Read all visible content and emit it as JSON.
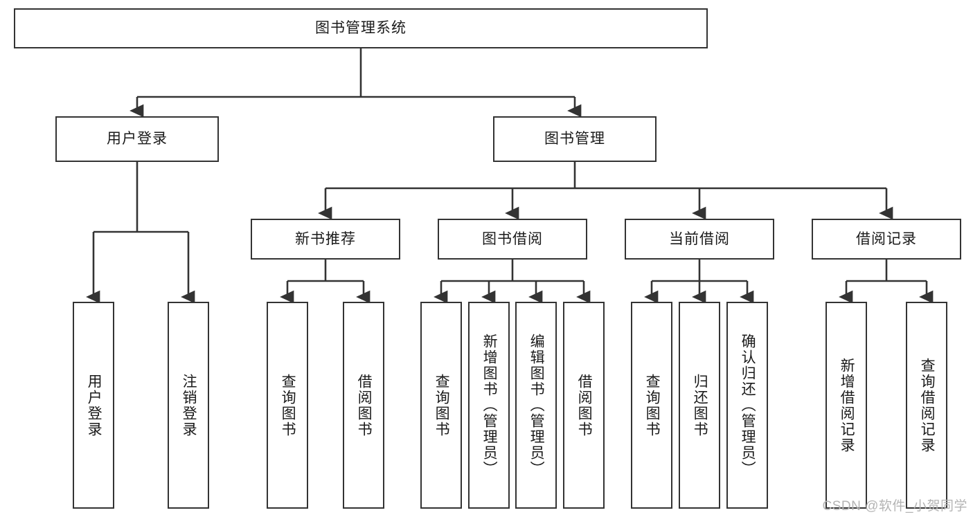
{
  "diagram": {
    "type": "tree-hierarchy",
    "title": "图书管理系统",
    "orientation": "top-down",
    "colors": {
      "box_border": "#333333",
      "box_fill": "#ffffff",
      "edge": "#333333",
      "text": "#1a1a1a",
      "watermark": "#b4b4b4",
      "background": "#ffffff"
    },
    "nodes": {
      "root": {
        "label": "图书管理系统"
      },
      "level2": [
        {
          "id": "user-login",
          "label": "用户登录"
        },
        {
          "id": "book-management",
          "label": "图书管理"
        }
      ],
      "level3": [
        {
          "id": "new-book-recommend",
          "label": "新书推荐"
        },
        {
          "id": "book-borrow",
          "label": "图书借阅"
        },
        {
          "id": "current-borrow",
          "label": "当前借阅"
        },
        {
          "id": "borrow-record",
          "label": "借阅记录"
        }
      ],
      "leaves": {
        "user-login": [
          {
            "id": "leaf-user-login",
            "label": "用户登录"
          },
          {
            "id": "leaf-user-logout",
            "label": "注销登录"
          }
        ],
        "new-book-recommend": [
          {
            "id": "leaf-query-book-1",
            "label": "查询图书"
          },
          {
            "id": "leaf-borrow-book-1",
            "label": "借阅图书"
          }
        ],
        "book-borrow": [
          {
            "id": "leaf-query-book-2",
            "label": "查询图书"
          },
          {
            "id": "leaf-add-book",
            "label": "新增图书（管理员）"
          },
          {
            "id": "leaf-edit-book",
            "label": "编辑图书（管理员）"
          },
          {
            "id": "leaf-borrow-book-2",
            "label": "借阅图书"
          }
        ],
        "current-borrow": [
          {
            "id": "leaf-query-book-3",
            "label": "查询图书"
          },
          {
            "id": "leaf-return-book",
            "label": "归还图书"
          },
          {
            "id": "leaf-confirm-return",
            "label": "确认归还（管理员）"
          }
        ],
        "borrow-record": [
          {
            "id": "leaf-add-record",
            "label": "新增借阅记录"
          },
          {
            "id": "leaf-query-record",
            "label": "查询借阅记录"
          }
        ]
      }
    },
    "watermark": "CSDN @软件_小贺同学"
  }
}
